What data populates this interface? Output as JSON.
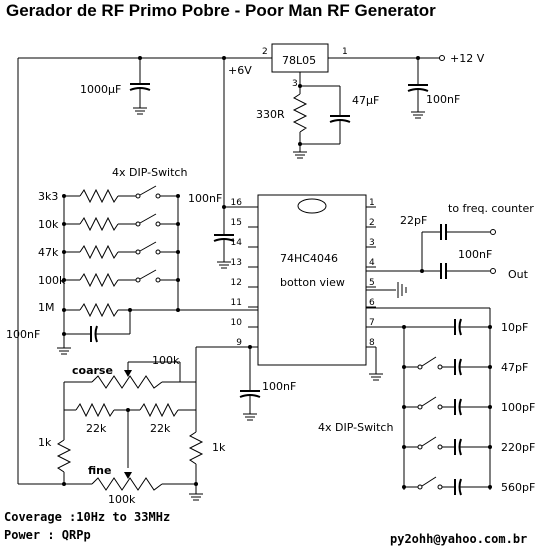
{
  "title": "Gerador de RF Primo Pobre - Poor Man RF Generator",
  "regulator": {
    "part": "78L05",
    "pin_in": "2",
    "pin_out": "1",
    "pin_gnd": "3"
  },
  "supply": {
    "vcc": "+12 V",
    "rail": "+6V"
  },
  "components": {
    "c_bulk": "1000µF",
    "r_330": "330R",
    "c_47u": "47µF",
    "c_100n_supply": "100nF",
    "c_100n_vdd": "100nF",
    "c_100n_cin": "100nF",
    "c_100n_pin9": "100nF",
    "c_22p": "22pF",
    "c_100n_out": "100nF"
  },
  "dip_left": {
    "label": "4x DIP-Switch",
    "resistors": [
      "3k3",
      "10k",
      "47k",
      "100k"
    ],
    "fixed": "1M"
  },
  "ic": {
    "part": "74HC4046",
    "view": "botton view",
    "pins_left": [
      "16",
      "15",
      "14",
      "13",
      "12",
      "11",
      "10",
      "9"
    ],
    "pins_right": [
      "1",
      "2",
      "3",
      "4",
      "5",
      "6",
      "7",
      "8"
    ]
  },
  "outputs": {
    "freq_counter": "to freq. counter",
    "out": "Out"
  },
  "dip_right": {
    "label": "4x DIP-Switch",
    "caps": [
      "10pF",
      "47pF",
      "100pF",
      "220pF",
      "560pF"
    ]
  },
  "tuning": {
    "coarse": "coarse",
    "fine": "fine",
    "pot_coarse": "100k",
    "pot_fine": "100k",
    "r_22k_a": "22k",
    "r_22k_b": "22k",
    "r_1k_a": "1k",
    "r_1k_b": "1k"
  },
  "footer": {
    "coverage": "Coverage :10Hz to 33MHz",
    "power": "Power : QRPp",
    "email": "py2ohh@yahoo.com.br"
  }
}
